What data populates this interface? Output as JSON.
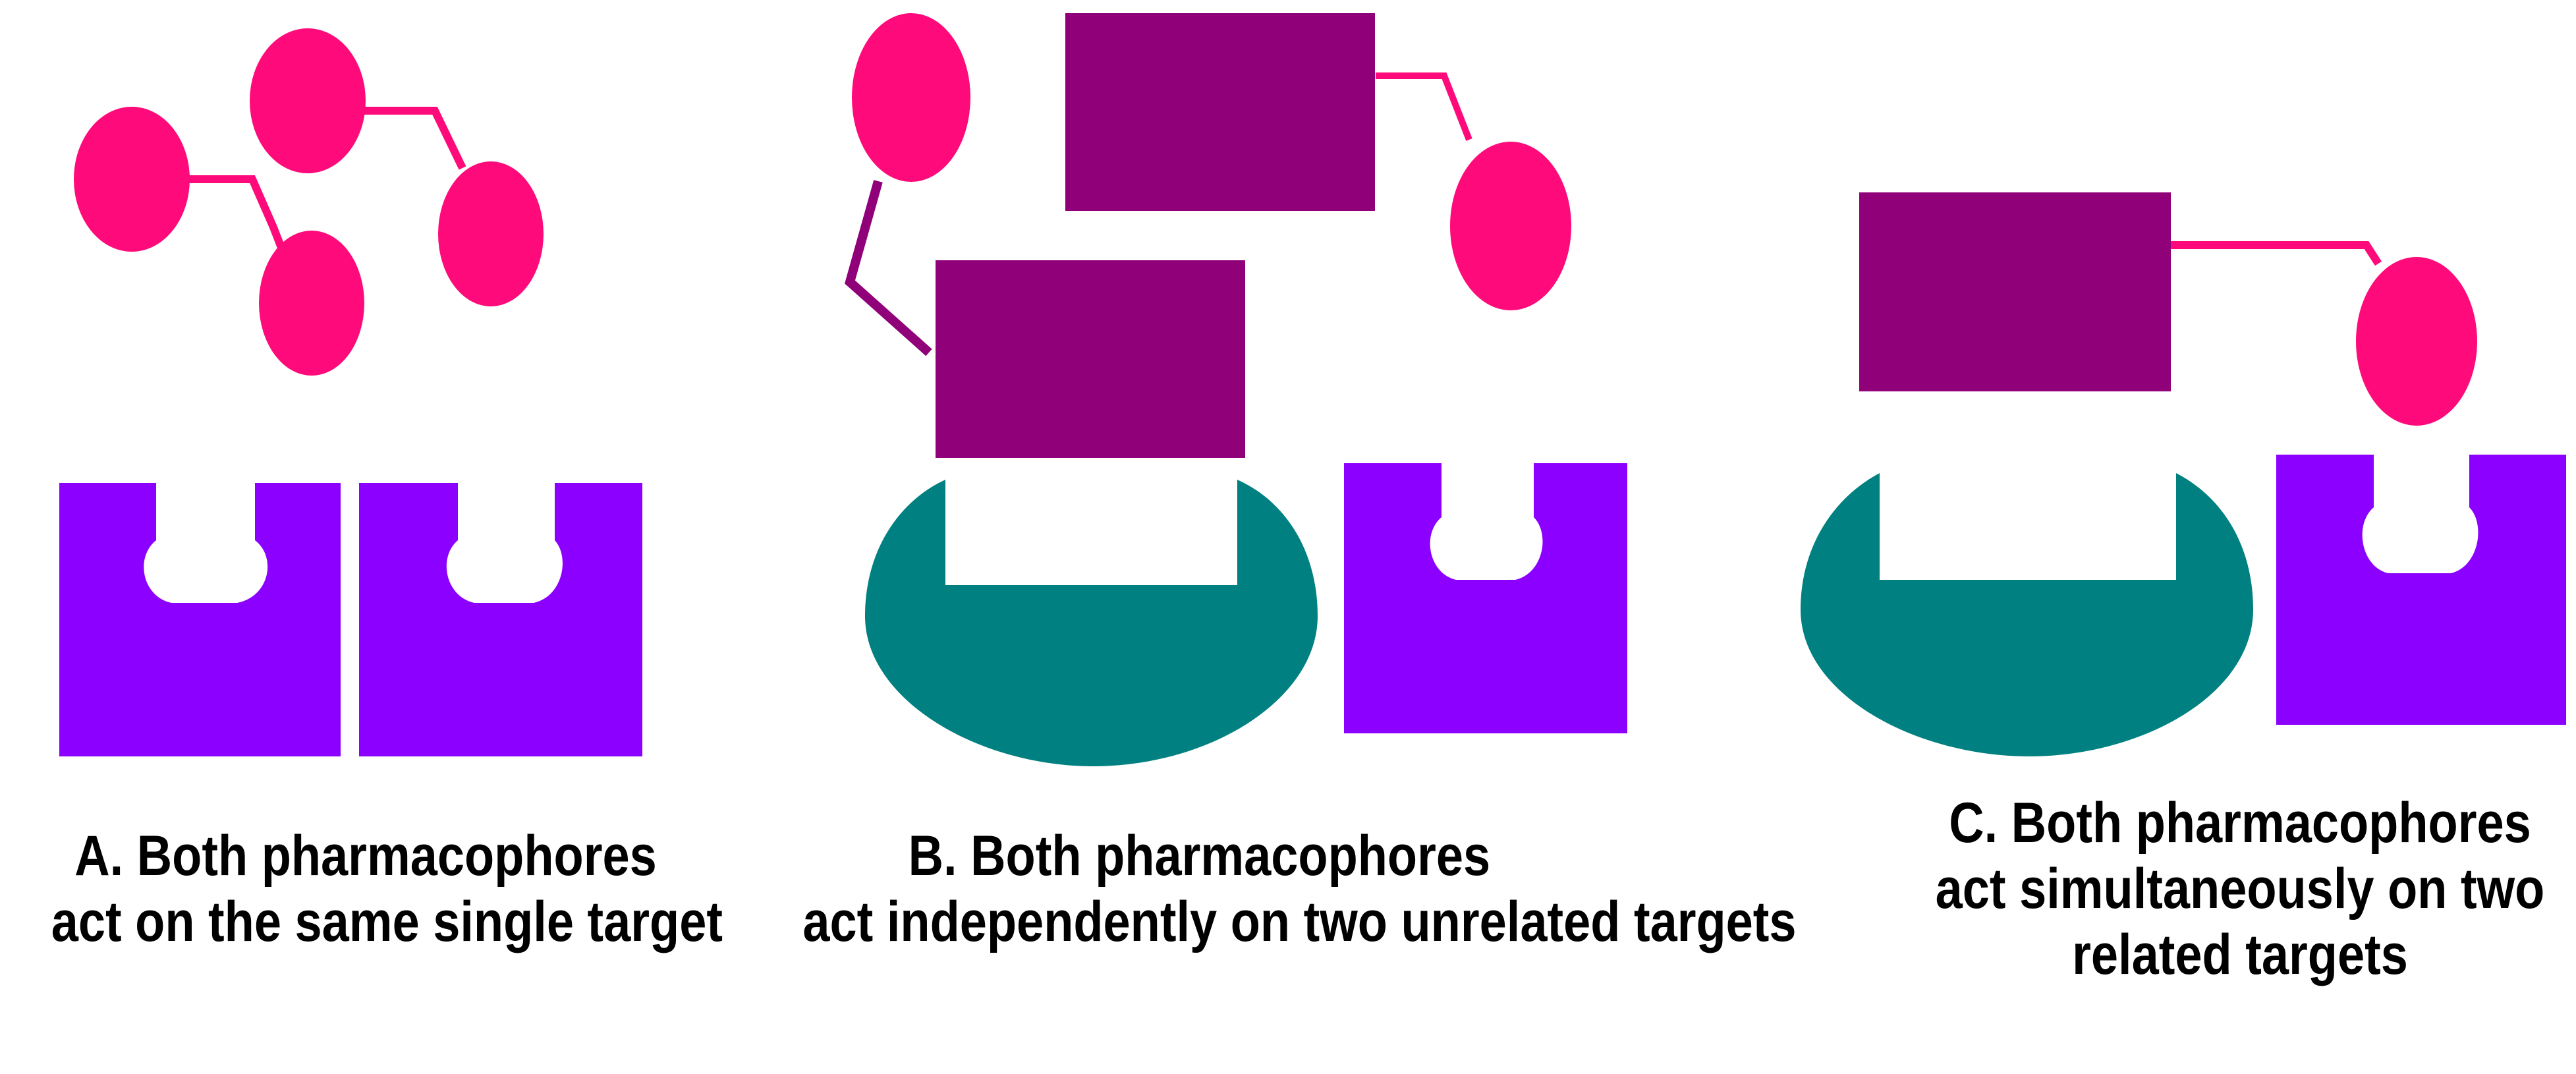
{
  "colors": {
    "ligand_circle": "#FF0A7A",
    "ligand_rect": "#900078",
    "receptor_purple": "#8C00FF",
    "receptor_teal": "#008080",
    "background": "#FFFFFF",
    "caption_text": "#000000"
  },
  "panels": [
    {
      "id": "A",
      "caption_lines": [
        "A. Both pharmacophores",
        "act on the same single target"
      ]
    },
    {
      "id": "B",
      "caption_lines": [
        "B. Both pharmacophores",
        "act independently on two unrelated targets"
      ]
    },
    {
      "id": "C",
      "caption_lines": [
        "C. Both pharmacophores",
        "act simultaneously on two",
        "related targets"
      ]
    }
  ]
}
